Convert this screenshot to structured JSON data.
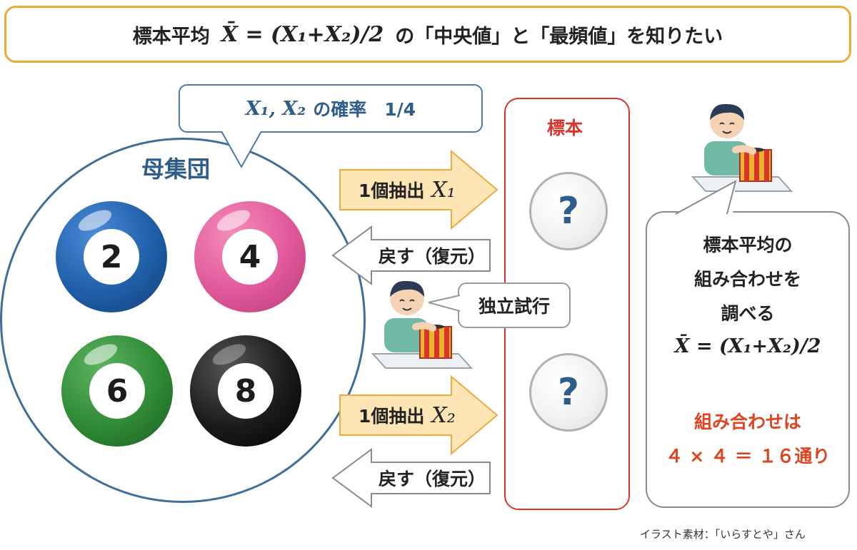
{
  "header": {
    "prefix": "標本平均",
    "formula": "X̄ = (X₁+X₂)/2",
    "suffix": "の「中央値」と「最頻値」を知りたい"
  },
  "probability_callout": {
    "vars": "X₁, X₂",
    "text": "の確率　1/4"
  },
  "population": {
    "label": "母集団",
    "balls": [
      {
        "number": "2",
        "color": "#1f5fa8"
      },
      {
        "number": "4",
        "color": "#e0589a"
      },
      {
        "number": "6",
        "color": "#2f8a35"
      },
      {
        "number": "8",
        "color": "#1b1b1b"
      }
    ]
  },
  "arrows": {
    "draw1": {
      "label": "1個抽出",
      "var": "X₁"
    },
    "return1": {
      "label": "戻す（復元）"
    },
    "draw2": {
      "label": "1個抽出",
      "var": "X₂"
    },
    "return2": {
      "label": "戻す（復元）"
    }
  },
  "sample": {
    "label": "標本",
    "unknown1": "?",
    "unknown2": "?"
  },
  "trial_callout": "独立試行",
  "explanation": {
    "line1": "標本平均の",
    "line2": "組み合わせを",
    "line3": "調べる",
    "formula": "X̄ = (X₁+X₂)/2",
    "result_title": "組み合わせは",
    "result_value": "４ × ４ ＝ １６通り"
  },
  "credit": "イラスト素材：「いらすとや」さん",
  "colors": {
    "header_border": "#f2a93b",
    "population_border": "#3f6e98",
    "sample_border": "#d9342b",
    "arrow_right_fill": "#fde5b6",
    "arrow_right_stroke": "#f2a93b",
    "result_text": "#e0431f"
  }
}
